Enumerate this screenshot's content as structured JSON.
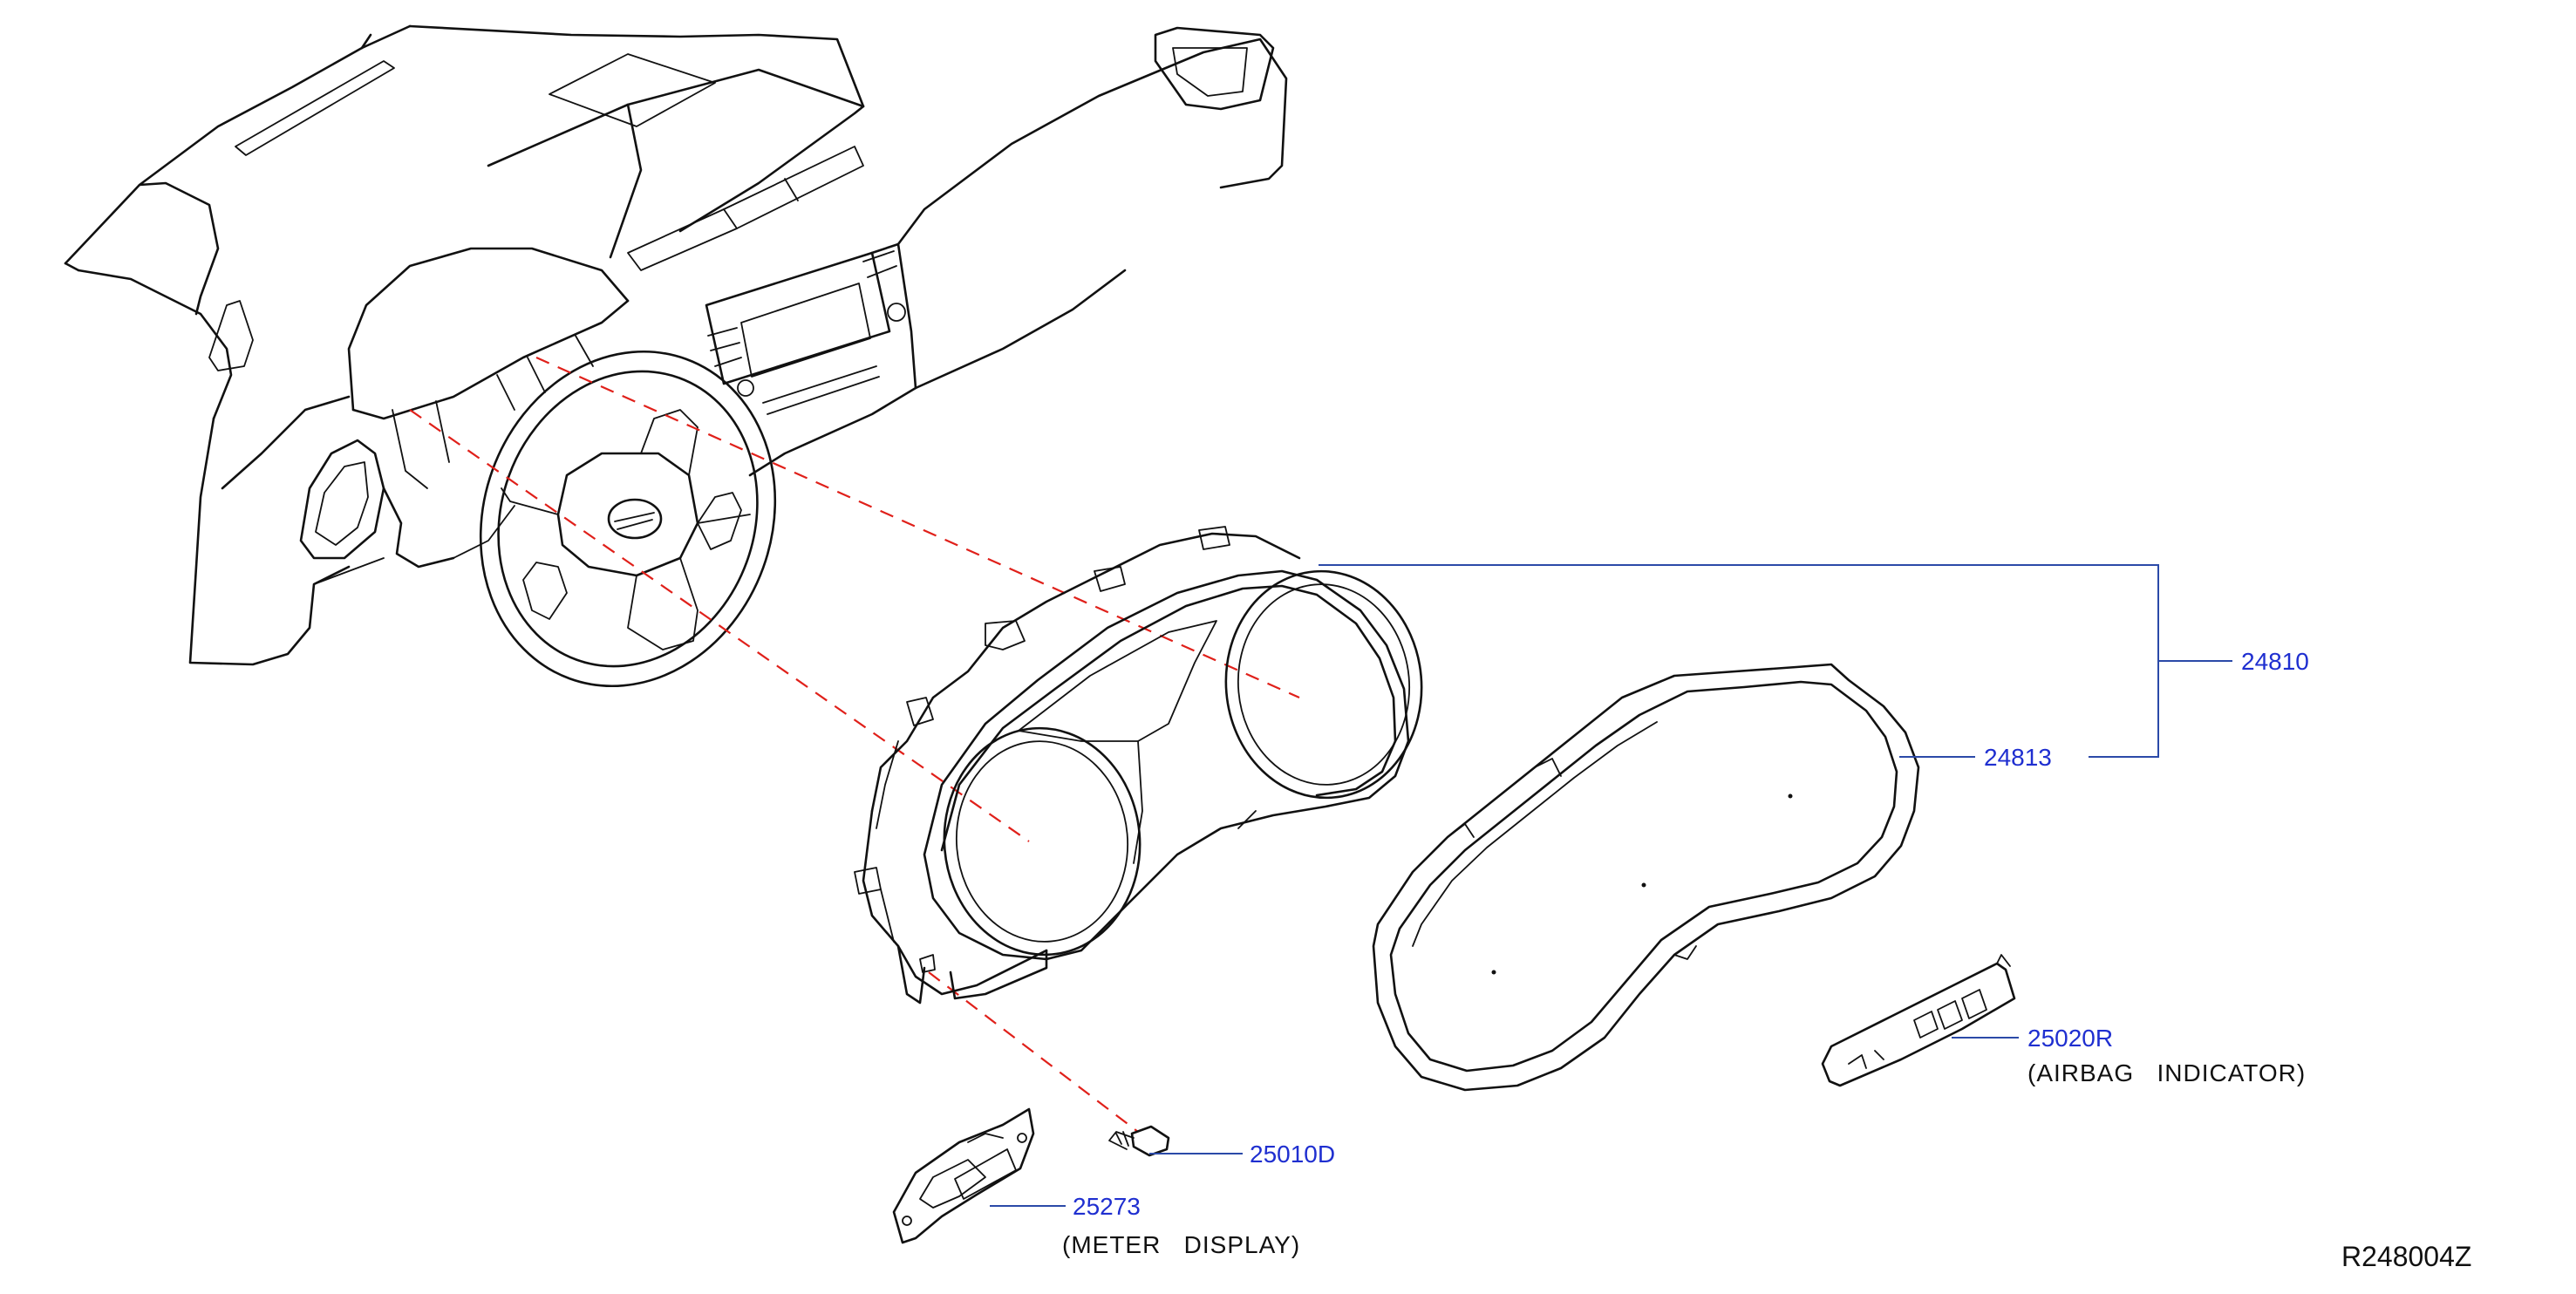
{
  "diagram": {
    "callouts": {
      "p24810": "24810",
      "p24813": "24813",
      "p25020R": "25020R",
      "p25010D": "25010D",
      "p25273": "25273"
    },
    "notes": {
      "airbag": "(AIRBAG   INDICATOR)",
      "meter": "(METER   DISPLAY)"
    },
    "reference": "R248004Z",
    "colors": {
      "callout_text": "#1f2fd0",
      "leader_line": "#2b4aa8",
      "explode_line": "#e0201a",
      "outline": "#111111"
    }
  }
}
